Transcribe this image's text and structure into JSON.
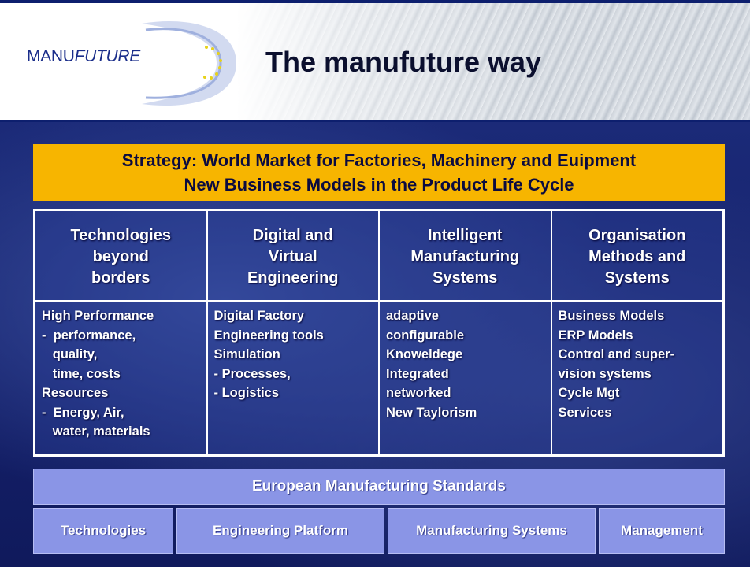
{
  "header": {
    "logo_manu": "MANU",
    "logo_future": "FUTURE",
    "title": "The manufuture way"
  },
  "strategy": {
    "line1": "Strategy: World Market for Factories, Machinery and Euipment",
    "line2": "New Business Models in the Product Life Cycle"
  },
  "columns": [
    {
      "heading": [
        "Technologies",
        "beyond",
        "borders"
      ],
      "items": [
        "High Performance",
        "-  performance,",
        "   quality,",
        "   time, costs",
        "Resources",
        "-  Energy, Air,",
        "   water, materials"
      ]
    },
    {
      "heading": [
        "Digital and",
        "Virtual",
        "Engineering"
      ],
      "items": [
        "Digital Factory",
        "Engineering tools",
        "Simulation",
        "- Processes,",
        "- Logistics"
      ]
    },
    {
      "heading": [
        "Intelligent",
        "Manufacturing",
        "Systems"
      ],
      "items": [
        "adaptive",
        "configurable",
        "Knoweldege",
        "Integrated",
        "networked",
        "New Taylorism"
      ]
    },
    {
      "heading": [
        "Organisation",
        "Methods and",
        "Systems"
      ],
      "items": [
        "Business Models",
        "ERP Models",
        "Control and super-",
        "vision systems",
        "Cycle Mgt",
        "Services"
      ]
    }
  ],
  "standards": {
    "title": "European Manufacturing Standards",
    "items": [
      "Technologies",
      "Engineering Platform",
      "Manufacturing Systems",
      "Management"
    ]
  },
  "colors": {
    "strategy_bg": "#f7b500",
    "background_blue": "#1b2a78",
    "standards_bg": "#8a95e6"
  }
}
